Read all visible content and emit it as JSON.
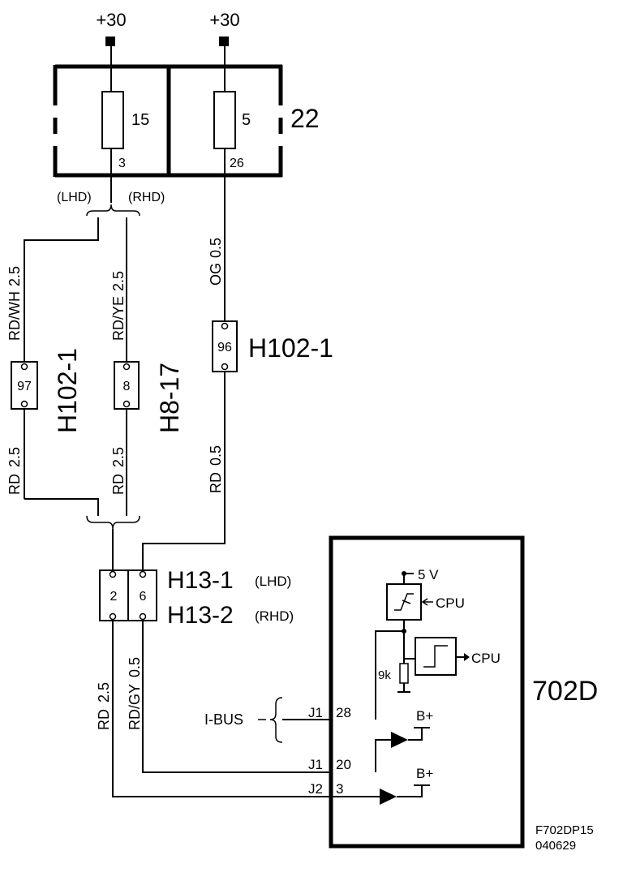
{
  "supply": {
    "left": "+30",
    "right": "+30"
  },
  "fusebox": {
    "id": "22",
    "left_fuse": {
      "number": "15",
      "pin": "3"
    },
    "right_fuse": {
      "number": "5",
      "pin": "26"
    }
  },
  "variants": {
    "lhd": "(LHD)",
    "rhd": "(RHD)"
  },
  "wires": {
    "w1": {
      "color": "RD/WH",
      "size": "2.5"
    },
    "w2": {
      "color": "RD/YE",
      "size": "2.5"
    },
    "w3": {
      "color": "OG",
      "size": "0.5"
    },
    "w4": {
      "color": "RD",
      "size": "2.5"
    },
    "w5": {
      "color": "RD",
      "size": "2.5"
    },
    "w6": {
      "color": "RD",
      "size": "0.5"
    },
    "w7": {
      "color": "RD",
      "size": "2.5"
    },
    "w8": {
      "color": "RD/GY",
      "size": "0.5"
    }
  },
  "connectors": {
    "c1": {
      "pin": "97",
      "name": "H102-1"
    },
    "c2": {
      "pin": "8",
      "name": "H8-17"
    },
    "c3": {
      "pin": "96",
      "name": "H102-1"
    },
    "c4": {
      "pin_left": "2",
      "pin_right": "6",
      "name1": "H13-1",
      "note1": "(LHD)",
      "name2": "H13-2",
      "note2": "(RHD)"
    }
  },
  "module": {
    "id": "702D",
    "vref": "5 V",
    "cpu1": "CPU",
    "cpu2": "CPU",
    "resistor": "9k",
    "bplus1": "B+",
    "bplus2": "B+",
    "ibus": "I-BUS",
    "pins": [
      {
        "conn": "J1",
        "num": "28"
      },
      {
        "conn": "J1",
        "num": "20"
      },
      {
        "conn": "J2",
        "num": "3"
      }
    ]
  },
  "footer": {
    "code": "F702DP15",
    "date": "040629"
  }
}
